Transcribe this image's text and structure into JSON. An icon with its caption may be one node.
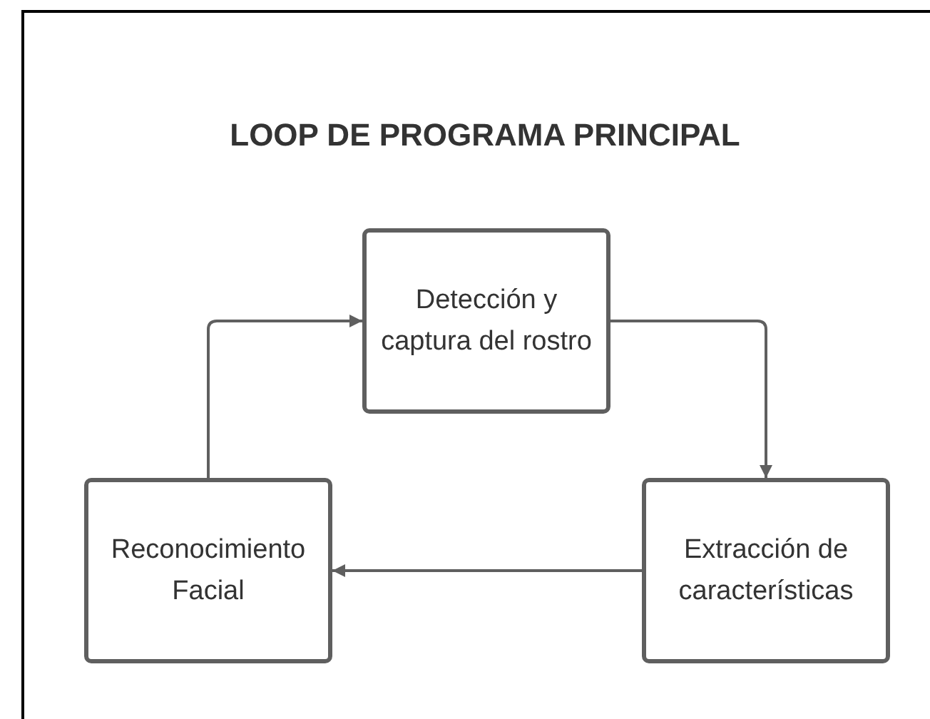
{
  "diagram": {
    "title": "LOOP DE PROGRAMA PRINCIPAL",
    "nodes": [
      {
        "text": [
          "Detección y captura del rostro"
        ]
      },
      {
        "text": [
          "Extracción de características"
        ]
      },
      {
        "text": [
          "Reconocimiento Facial"
        ]
      }
    ],
    "edges": [
      {
        "from": 0,
        "to": 1,
        "arrow": "to"
      },
      {
        "from": 1,
        "to": 2,
        "arrow": "to"
      },
      {
        "from": 2,
        "to": 0,
        "arrow": "to"
      }
    ]
  }
}
